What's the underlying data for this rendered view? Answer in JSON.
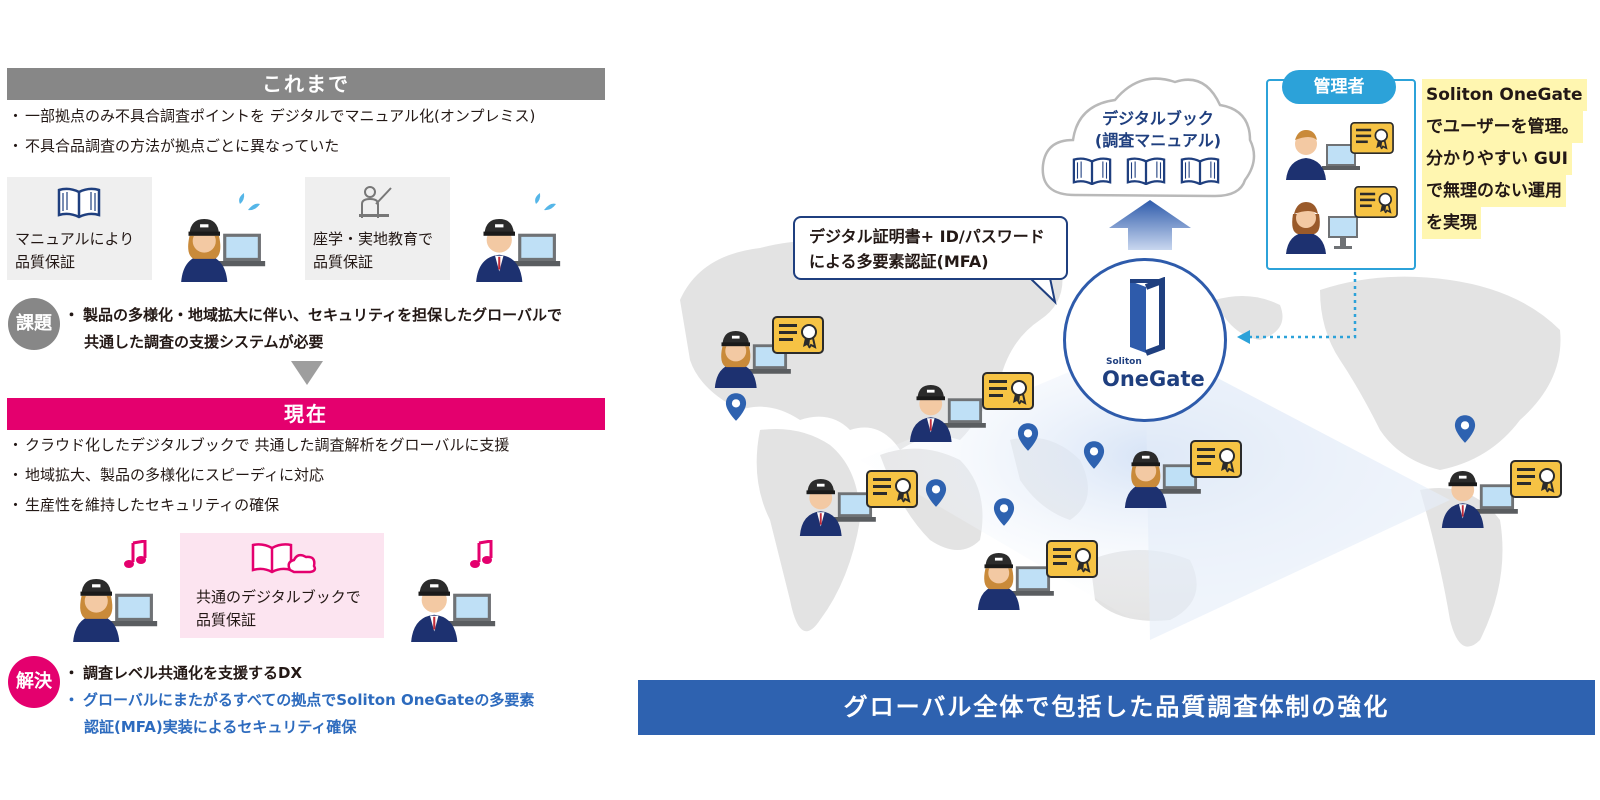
{
  "before": {
    "header": "これまで",
    "bullets": [
      "一部拠点のみ不具合調査ポイントを デジタルでマニュアル化(オンプレミス)",
      "不具合品調査の方法が拠点ごとに異なっていた"
    ],
    "box1": [
      "マニュアルにより",
      "品質保証"
    ],
    "box2": [
      "座学・実地教育で",
      "品質保証"
    ]
  },
  "issue": {
    "badge": "課題",
    "lines": [
      "製品の多様化・地域拡大に伴い、セキュリティを担保したグローバルで",
      "共通した調査の支援システムが必要"
    ]
  },
  "now": {
    "header": "現在",
    "bullets": [
      "クラウド化したデジタルブックで 共通した調査解析をグローバルに支援",
      "地域拡大、製品の多様化にスピーディに対応",
      "生産性を維持したセキュリティの確保"
    ],
    "box": [
      "共通のデジタルブックで",
      "品質保証"
    ]
  },
  "solution": {
    "badge": "解決",
    "line1": "調査レベル共通化を支援するDX",
    "line2": "グローバルにまたがるすべての拠点でSoliton OneGateの多要素",
    "line3": "認証(MFA)実装によるセキュリティ確保"
  },
  "right": {
    "cloud": [
      "デジタルブック",
      "(調査マニュアル)"
    ],
    "mfa": [
      "デジタル証明書+ ID/パスワード",
      "による多要素認証(MFA)"
    ],
    "admin": "管理者",
    "admin_desc": [
      "Soliton OneGate",
      "でユーザーを管理。",
      "分かりやすい GUI",
      "で無理のない運用",
      "を実現"
    ],
    "logo_small": "Soliton",
    "logo_big": "OneGate",
    "banner": "グローバル全体で包括した品質調査体制の強化"
  },
  "colors": {
    "gray_band": "#878787",
    "pink_band": "#e4006e",
    "navy": "#1f3f7f",
    "blue": "#2e62b0",
    "light_blue": "#2ca2d9",
    "highlight": "#fff6b0",
    "cert_yellow": "#f6c344"
  }
}
